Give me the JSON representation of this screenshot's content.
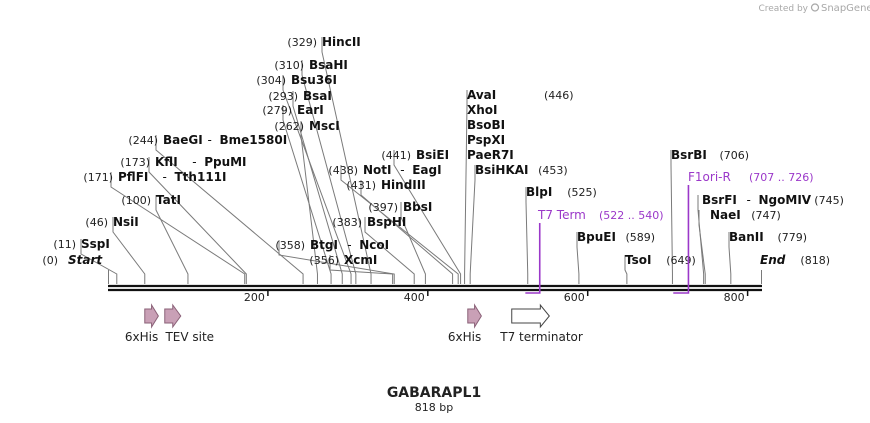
{
  "credit": {
    "prefix": "Created by",
    "brand": "SnapGene"
  },
  "construct": {
    "name": "GABARAPL1",
    "length_label": "818 bp"
  },
  "sequence_length": 818,
  "ruler": {
    "ticks": [
      200,
      400,
      600,
      800
    ]
  },
  "ends": [
    {
      "pos": 0,
      "pos_label": "(0)",
      "label": "Start"
    },
    {
      "pos": 818,
      "pos_label": "(818)",
      "label": "End"
    }
  ],
  "enzymes": [
    {
      "pos": 11,
      "pos_label": "(11)",
      "names": [
        "SspI"
      ]
    },
    {
      "pos": 46,
      "pos_label": "(46)",
      "names": [
        "NsiI"
      ]
    },
    {
      "pos": 100,
      "pos_label": "(100)",
      "names": [
        "TatI"
      ]
    },
    {
      "pos": 171,
      "pos_label": "(171)",
      "names": [
        "PflFI",
        "Tth111I"
      ]
    },
    {
      "pos": 173,
      "pos_label": "(173)",
      "names": [
        "KflI",
        "PpuMI"
      ]
    },
    {
      "pos": 244,
      "pos_label": "(244)",
      "names": [
        "BaeGI",
        "Bme1580I"
      ]
    },
    {
      "pos": 262,
      "pos_label": "(262)",
      "names": [
        "MscI"
      ]
    },
    {
      "pos": 279,
      "pos_label": "(279)",
      "names": [
        "EarI"
      ]
    },
    {
      "pos": 293,
      "pos_label": "(293)",
      "names": [
        "BsaI"
      ]
    },
    {
      "pos": 304,
      "pos_label": "(304)",
      "names": [
        "Bsu36I"
      ]
    },
    {
      "pos": 310,
      "pos_label": "(310)",
      "names": [
        "BsaHI"
      ]
    },
    {
      "pos": 329,
      "pos_label": "(329)",
      "names": [
        "HincII"
      ]
    },
    {
      "pos": 358,
      "pos_label": "(358)",
      "names": [
        "BtgI",
        "NcoI"
      ]
    },
    {
      "pos": 356,
      "pos_label": "(356)",
      "names": [
        "XcmI"
      ]
    },
    {
      "pos": 383,
      "pos_label": "(383)",
      "names": [
        "BspHI"
      ]
    },
    {
      "pos": 397,
      "pos_label": "(397)",
      "names": [
        "BbsI"
      ]
    },
    {
      "pos": 431,
      "pos_label": "(431)",
      "names": [
        "HindIII"
      ]
    },
    {
      "pos": 438,
      "pos_label": "(438)",
      "names": [
        "NotI",
        "EagI"
      ]
    },
    {
      "pos": 441,
      "pos_label": "(441)",
      "names": [
        "BsiEI"
      ]
    },
    {
      "pos": 446,
      "pos_label": "(446)",
      "names": [
        "AvaI",
        "XhoI",
        "BsoBI",
        "PspXI",
        "PaeR7I"
      ]
    },
    {
      "pos": 453,
      "pos_label": "(453)",
      "names": [
        "BsiHKAI"
      ]
    },
    {
      "pos": 525,
      "pos_label": "(525)",
      "names": [
        "BlpI"
      ]
    },
    {
      "pos": 589,
      "pos_label": "(589)",
      "names": [
        "BpuEI"
      ]
    },
    {
      "pos": 649,
      "pos_label": "(649)",
      "names": [
        "TsoI"
      ]
    },
    {
      "pos": 706,
      "pos_label": "(706)",
      "names": [
        "BsrBI"
      ]
    },
    {
      "pos": 745,
      "pos_label": "(745)",
      "names": [
        "BsrFI",
        "NgoMIV"
      ]
    },
    {
      "pos": 747,
      "pos_label": "(747)",
      "names": [
        "NaeI"
      ]
    },
    {
      "pos": 779,
      "pos_label": "(779)",
      "names": [
        "BanII"
      ]
    }
  ],
  "primers": [
    {
      "name": "T7 Term",
      "range_label": "(522 .. 540)",
      "start": 522,
      "end": 540,
      "direction": "reverse",
      "color": "#9b38c9"
    },
    {
      "name": "F1ori-R",
      "range_label": "(707 .. 726)",
      "start": 707,
      "end": 726,
      "direction": "reverse",
      "color": "#9b38c9"
    }
  ],
  "features": [
    {
      "label": "6xHis",
      "start": 46,
      "end": 63,
      "direction": "forward",
      "color": "#c9a0b6"
    },
    {
      "label": "TEV site",
      "start": 71,
      "end": 91,
      "direction": "forward",
      "color": "#c9a0b6"
    },
    {
      "label": "6xHis",
      "start": 450,
      "end": 467,
      "direction": "forward",
      "color": "#c9a0b6"
    },
    {
      "label": "T7 terminator",
      "start": 505,
      "end": 552,
      "direction": "forward",
      "color": "#ffffff"
    }
  ]
}
